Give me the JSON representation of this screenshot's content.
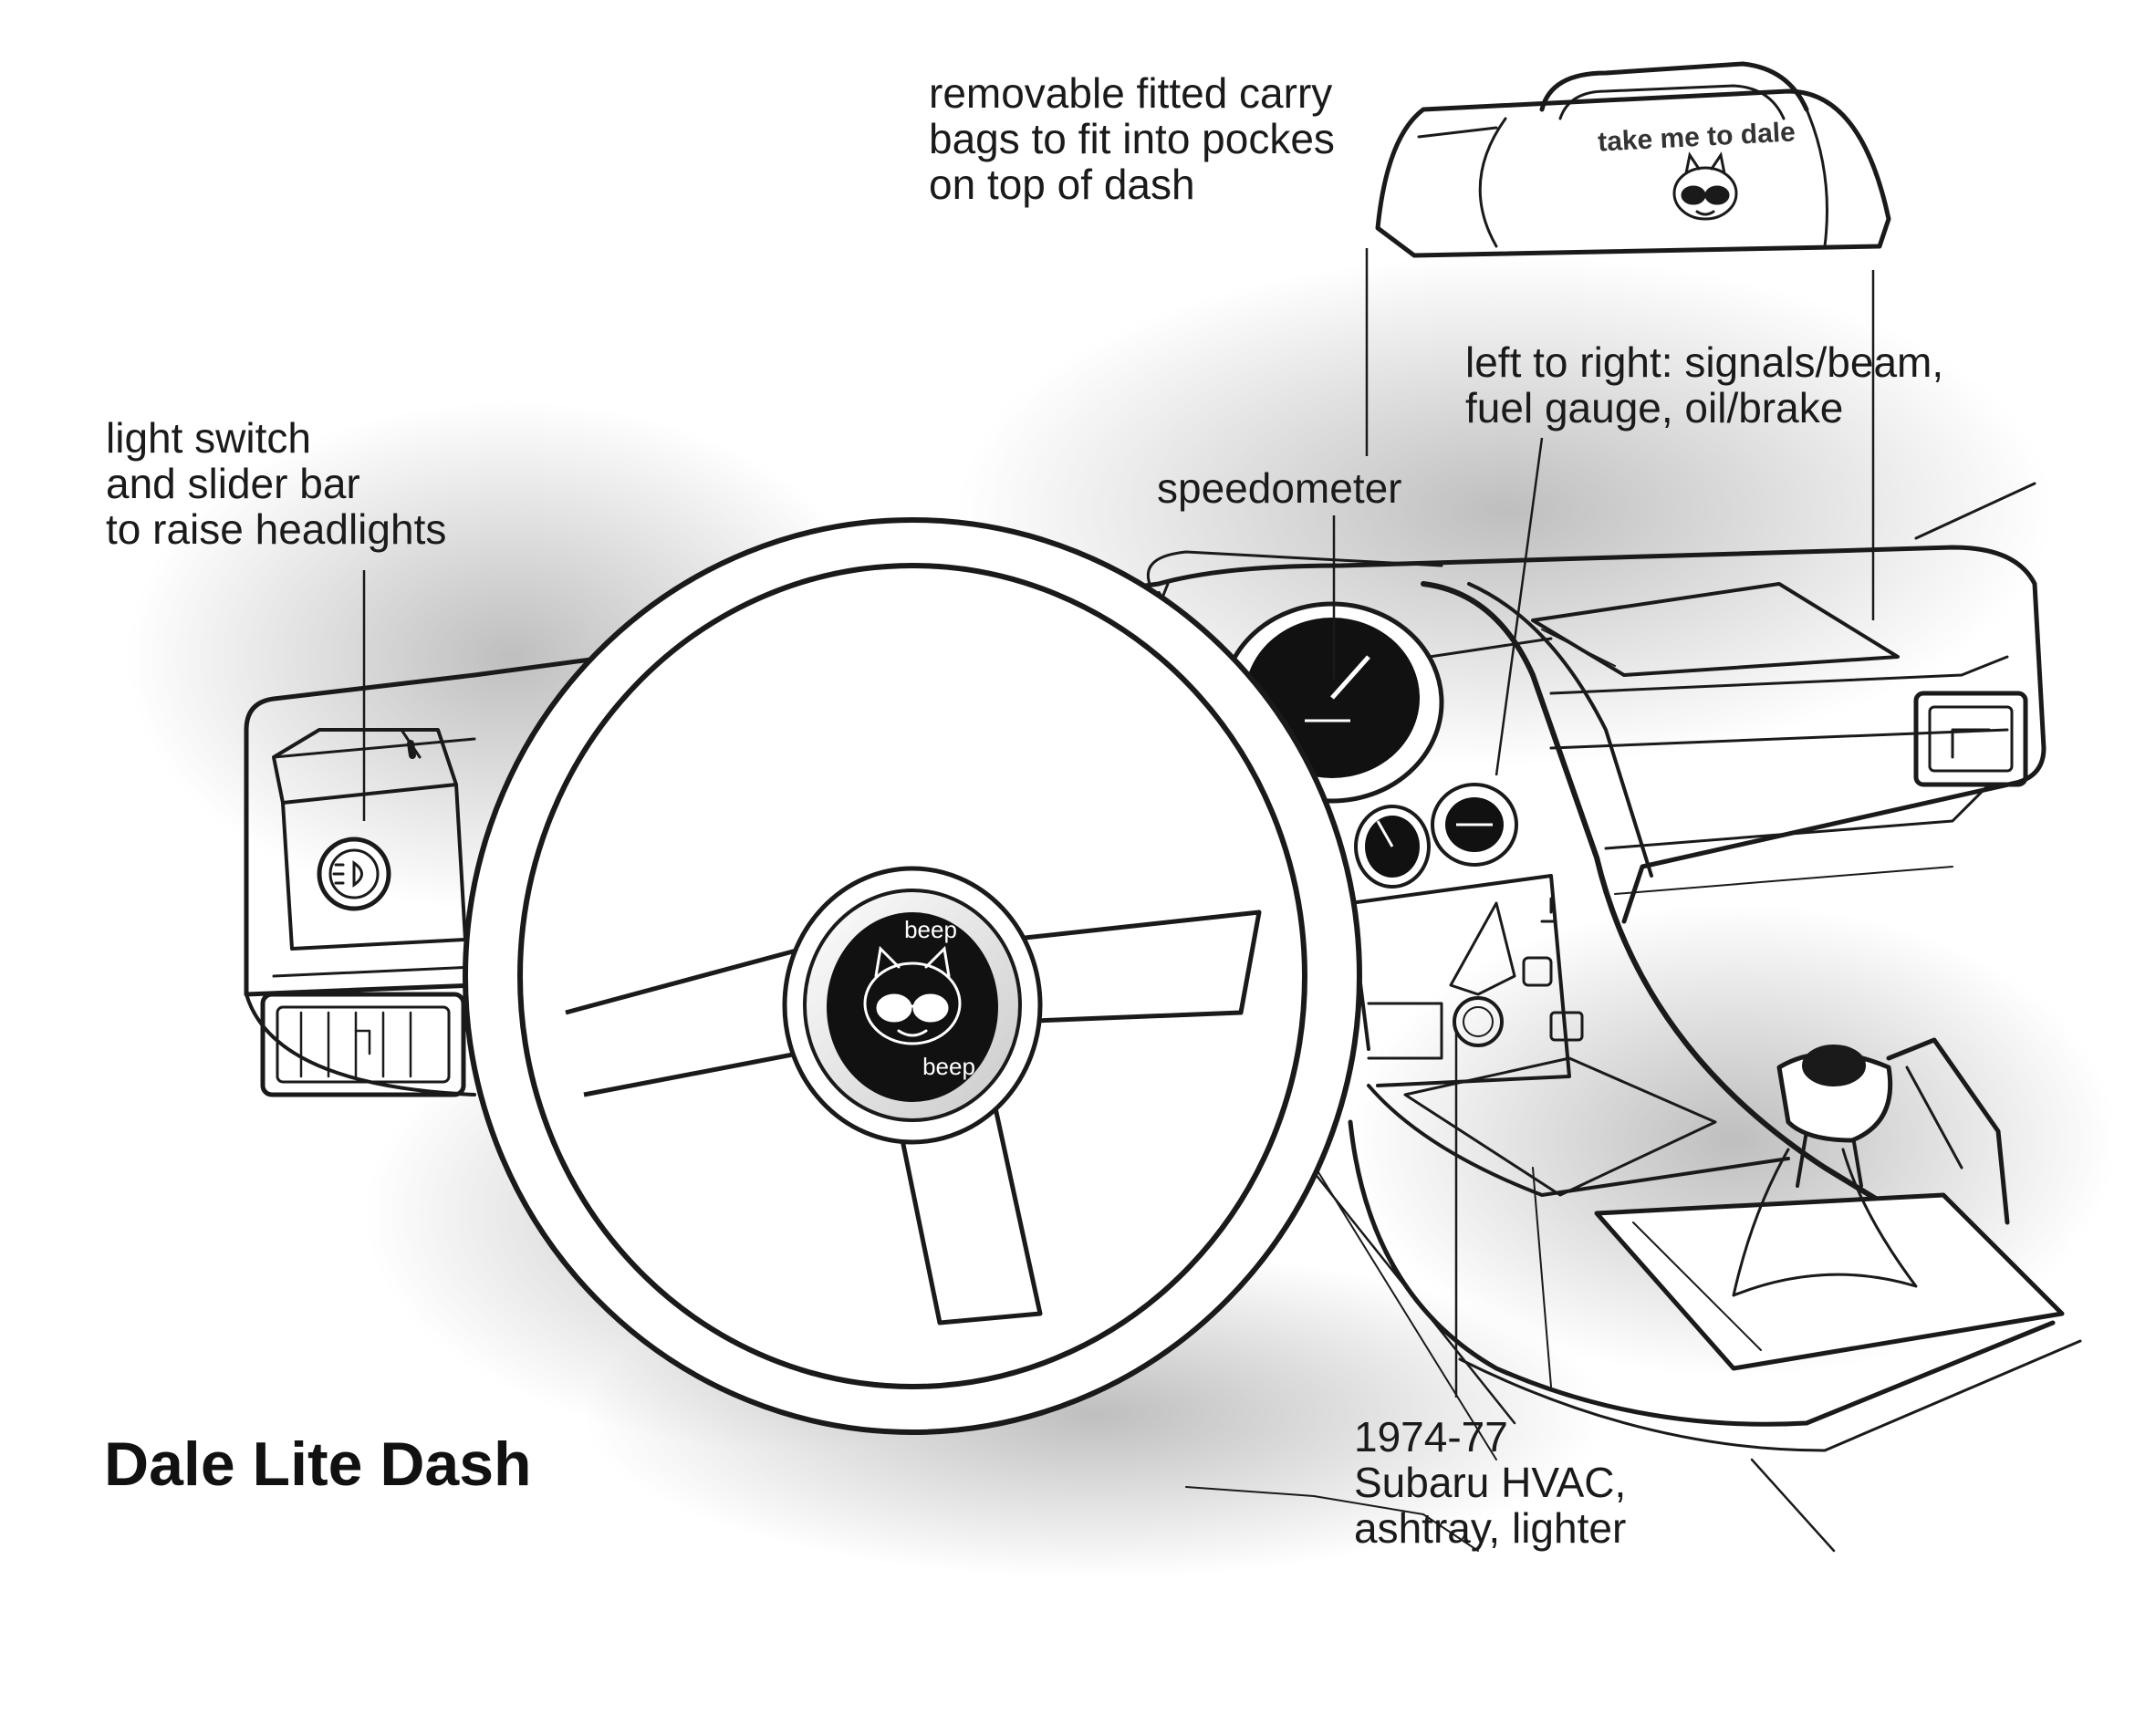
{
  "title": "Dale Lite Dash",
  "callouts": {
    "carry_bags": [
      "removable fitted carry",
      "bags to fit into pockes",
      "on top of dash"
    ],
    "gauges": [
      "left to right: signals/beam,",
      "fuel gauge, oil/brake"
    ],
    "light_switch": [
      "light switch",
      "and slider bar",
      "to raise headlights"
    ],
    "speedometer": [
      "speedometer"
    ],
    "hvac": [
      "1974-77",
      "Subaru HVAC,",
      "ashtray, lighter"
    ]
  },
  "bag": {
    "label": "take me to dale"
  },
  "horn": {
    "top": "beep",
    "bottom": "beep"
  },
  "icons": [
    "squirrel-with-sunglasses-icon",
    "headlight-icon"
  ],
  "colors": {
    "ink": "#1a1a1a",
    "paper": "#ffffff",
    "shade": "#9a9a9a",
    "gauge": "#111111"
  }
}
